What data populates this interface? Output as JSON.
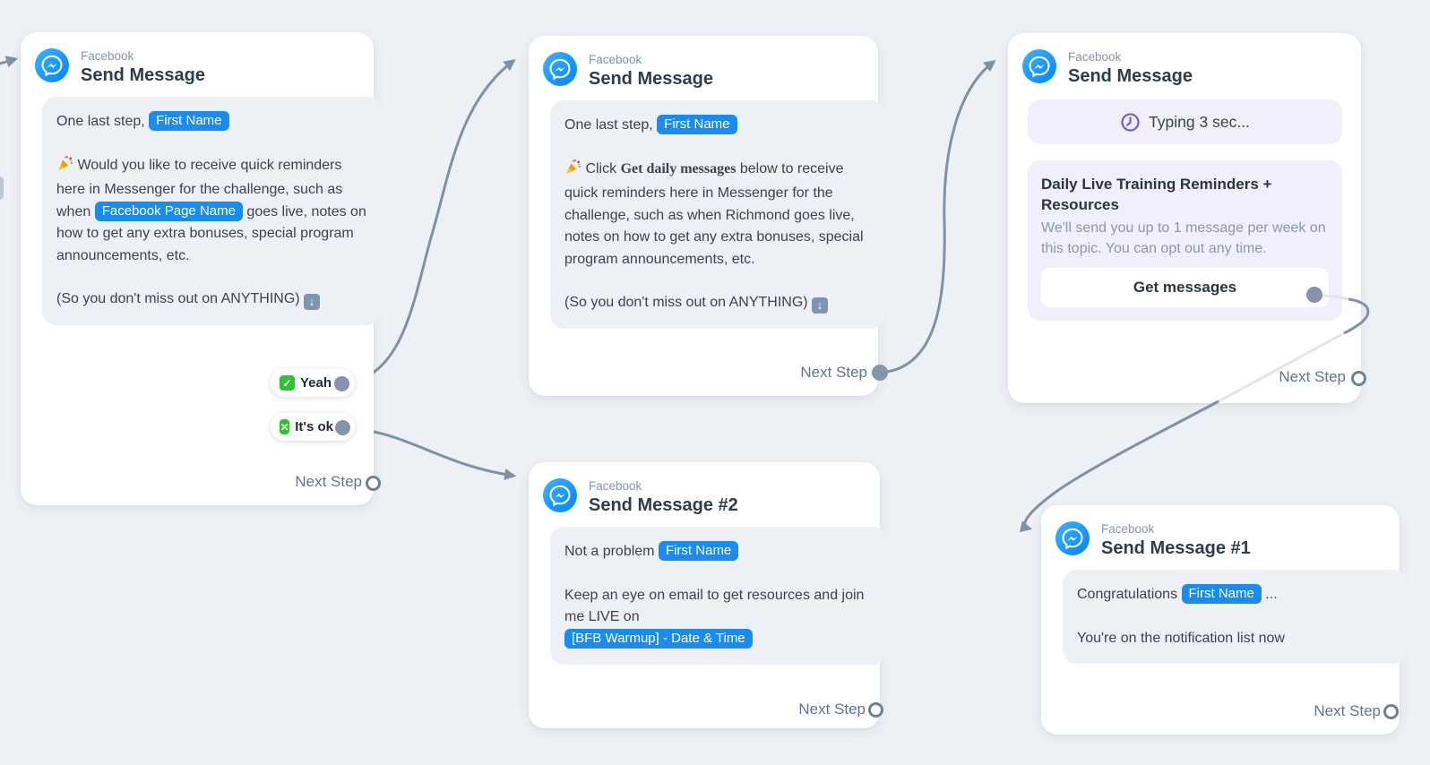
{
  "canvas": {
    "background": "#edf0f4"
  },
  "colors": {
    "edge": "#8191a4",
    "edge_faint": "#e2e5ec",
    "tag_blue": "#1a8cf0",
    "messenger_blue": "#0084ff",
    "lavender": "#f2effc",
    "clock_purple": "#6c55e0",
    "emoji_green": "#2fc133",
    "emoji_arrow_blue": "#7e95b0"
  },
  "nodes": {
    "n1": {
      "app": "Facebook",
      "title": "Send Message",
      "footer": "Next Step",
      "paragraphs": [
        [
          {
            "t": "text",
            "v": "One last step, "
          },
          {
            "t": "tag",
            "v": "First Name"
          }
        ],
        [
          {
            "t": "party"
          },
          {
            "t": "text",
            "v": " Would you like to receive quick reminders here in Messenger for the challenge, such as when "
          },
          {
            "t": "tag",
            "v": "Facebook Page Name"
          },
          {
            "t": "text",
            "v": " goes live, notes on how to get any extra bonuses, special program announcements, etc."
          }
        ],
        [
          {
            "t": "text",
            "v": "(So you don't miss out on ANYTHING) "
          },
          {
            "t": "down"
          }
        ]
      ],
      "quick_replies": [
        {
          "icon": "check-emoji",
          "label": "Yeah"
        },
        {
          "icon": "cross-emoji",
          "label": "It's ok"
        }
      ]
    },
    "n2": {
      "app": "Facebook",
      "title": "Send Message",
      "footer": "Next Step",
      "paragraphs": [
        [
          {
            "t": "text",
            "v": "One last step, "
          },
          {
            "t": "tag",
            "v": "First Name"
          }
        ],
        [
          {
            "t": "party"
          },
          {
            "t": "text",
            "v": " Click "
          },
          {
            "t": "boldserif",
            "v": "Get daily messages"
          },
          {
            "t": "text",
            "v": " below to receive quick reminders here in Messenger for the challenge, such as when Richmond goes live, notes on how to get any extra bonuses, special program announcements, etc."
          }
        ],
        [
          {
            "t": "text",
            "v": "(So you don't miss out on ANYTHING) "
          },
          {
            "t": "down"
          }
        ]
      ]
    },
    "n3": {
      "app": "Facebook",
      "title": "Send Message",
      "footer": "Next Step",
      "typing": {
        "icon": "clock",
        "label": "Typing 3 sec..."
      },
      "topic": {
        "title": "Daily Live Training Reminders + Resources",
        "subtitle": "We'll send you up to 1 message per week on this topic. You can opt out any time.",
        "button": "Get messages"
      }
    },
    "n4": {
      "app": "Facebook",
      "title": "Send Message #2",
      "footer": "Next Step",
      "paragraphs": [
        [
          {
            "t": "text",
            "v": "Not a problem "
          },
          {
            "t": "tag",
            "v": "First Name"
          }
        ],
        [
          {
            "t": "text",
            "v": "Keep an eye on email to get resources and join me LIVE on"
          },
          {
            "t": "br"
          },
          {
            "t": "tag",
            "v": "[BFB Warmup] - Date & Time"
          }
        ]
      ]
    },
    "n5": {
      "app": "Facebook",
      "title": "Send Message #1",
      "footer": "Next Step",
      "paragraphs": [
        [
          {
            "t": "text",
            "v": "Congratulations "
          },
          {
            "t": "tag",
            "v": "First Name"
          },
          {
            "t": "text",
            "v": " ..."
          }
        ],
        [
          {
            "t": "text",
            "v": "You're on the notification list now"
          }
        ]
      ]
    }
  },
  "connections": [
    {
      "from": "canvas-left",
      "to": "n1"
    },
    {
      "from": "n1 quick reply Yeah",
      "to": "n2"
    },
    {
      "from": "n1 quick reply It's ok",
      "to": "n4"
    },
    {
      "from": "n2 next step",
      "to": "n3"
    },
    {
      "from": "n3 Get messages",
      "to": "n5"
    }
  ]
}
